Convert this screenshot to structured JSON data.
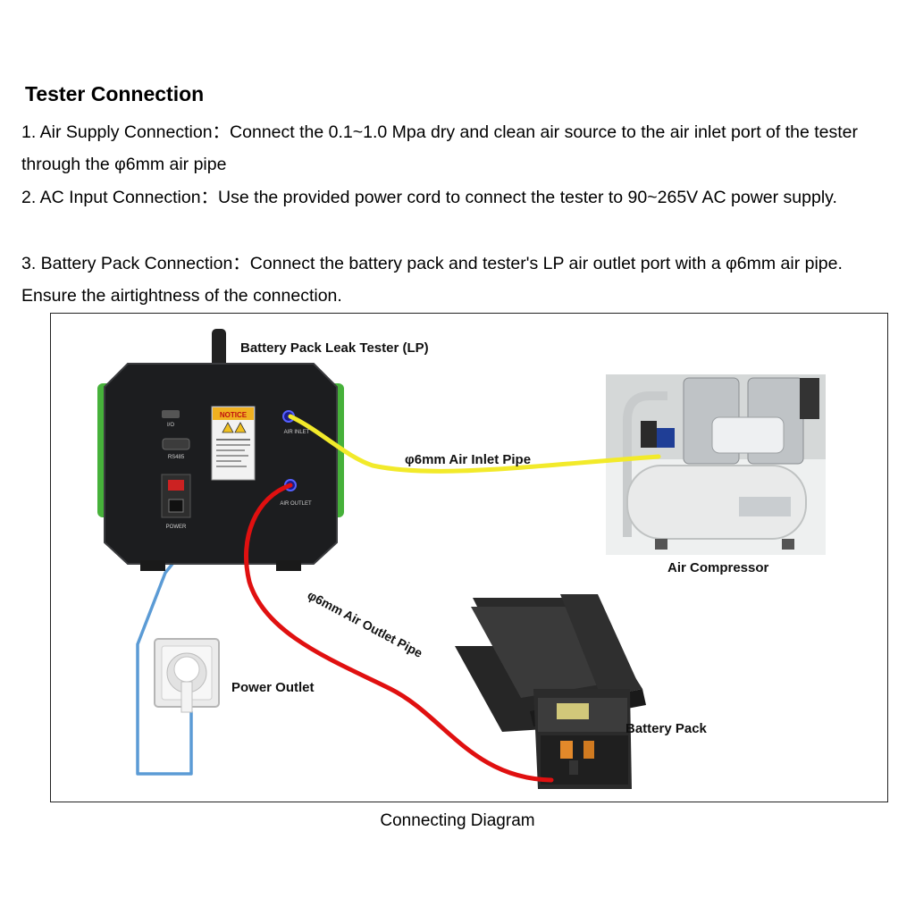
{
  "section": {
    "title": "Tester Connection",
    "steps": [
      "1. Air Supply Connection：Connect the 0.1~1.0 Mpa dry and clean air source to the air inlet port of the tester through the φ6mm air pipe",
      "2. AC Input Connection：Use the provided power cord to connect the tester to 90~265V AC power supply.",
      "3. Battery Pack Connection：Connect the battery pack and tester's LP air outlet port with a φ6mm air pipe. Ensure the airtightness of the connection."
    ]
  },
  "diagram": {
    "labels": {
      "tester": "Battery Pack Leak Tester (LP)",
      "inlet_pipe": "φ6mm Air Inlet Pipe",
      "compressor": "Air Compressor",
      "outlet_pipe": "φ6mm Air Outlet Pipe",
      "power_outlet": "Power Outlet",
      "battery": "Battery Pack"
    },
    "device_labels": {
      "io": "I/O",
      "rs485": "RS485",
      "notice": "NOTICE",
      "air_inlet": "AIR INLET",
      "air_outlet": "AIR OUTLET",
      "power": "POWER"
    },
    "colors": {
      "inlet_pipe": "#f2ea2a",
      "outlet_pipe": "#e01010",
      "power_cord": "#5b9bd5",
      "tester_body": "#1c1d1f",
      "tester_bumper": "#46b13a"
    },
    "caption": "Connecting Diagram"
  }
}
